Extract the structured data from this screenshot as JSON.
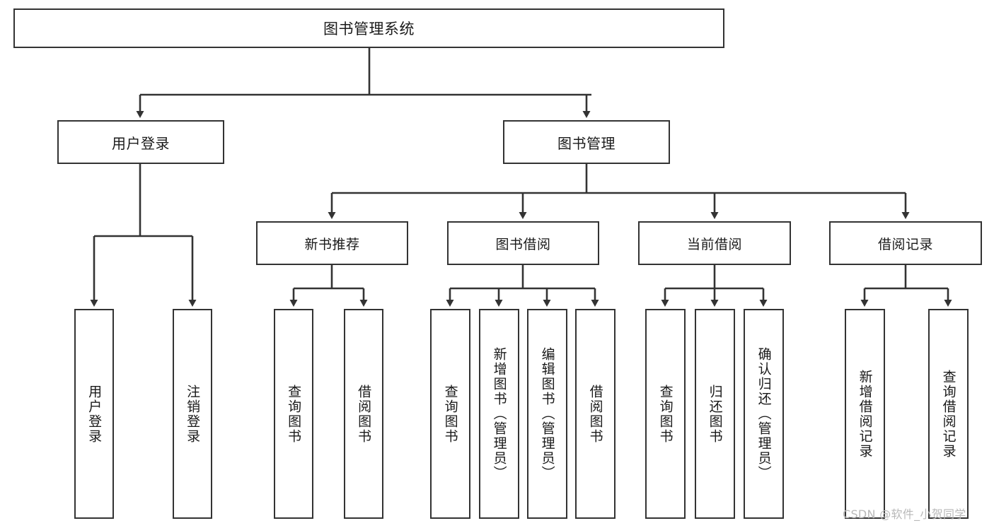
{
  "diagram": {
    "title": "图书管理系统",
    "type": "tree",
    "orientation": "top-down",
    "colors": {
      "box_border": "#333333",
      "box_fill": "#ffffff",
      "connector": "#333333",
      "text": "#1a1a1a",
      "watermark": "#b9b9b9",
      "background": "#ffffff"
    },
    "root": {
      "label": "图书管理系统"
    },
    "level2": [
      {
        "label": "用户登录"
      },
      {
        "label": "图书管理"
      }
    ],
    "level3": [
      {
        "label": "新书推荐"
      },
      {
        "label": "图书借阅"
      },
      {
        "label": "当前借阅"
      },
      {
        "label": "借阅记录"
      }
    ],
    "leaves": {
      "user_login": [
        {
          "label": "用户登录"
        },
        {
          "label": "注销登录"
        }
      ],
      "new_book_recommend": [
        {
          "label": "查询图书"
        },
        {
          "label": "借阅图书"
        }
      ],
      "book_borrow": [
        {
          "label": "查询图书"
        },
        {
          "label": "新增图书（管理员）"
        },
        {
          "label": "编辑图书（管理员）"
        },
        {
          "label": "借阅图书"
        }
      ],
      "current_borrow": [
        {
          "label": "查询图书"
        },
        {
          "label": "归还图书"
        },
        {
          "label": "确认归还（管理员）"
        }
      ],
      "borrow_record": [
        {
          "label": "新增借阅记录"
        },
        {
          "label": "查询借阅记录"
        }
      ]
    }
  },
  "watermark": {
    "text": "CSDN @软件_小贺同学"
  }
}
